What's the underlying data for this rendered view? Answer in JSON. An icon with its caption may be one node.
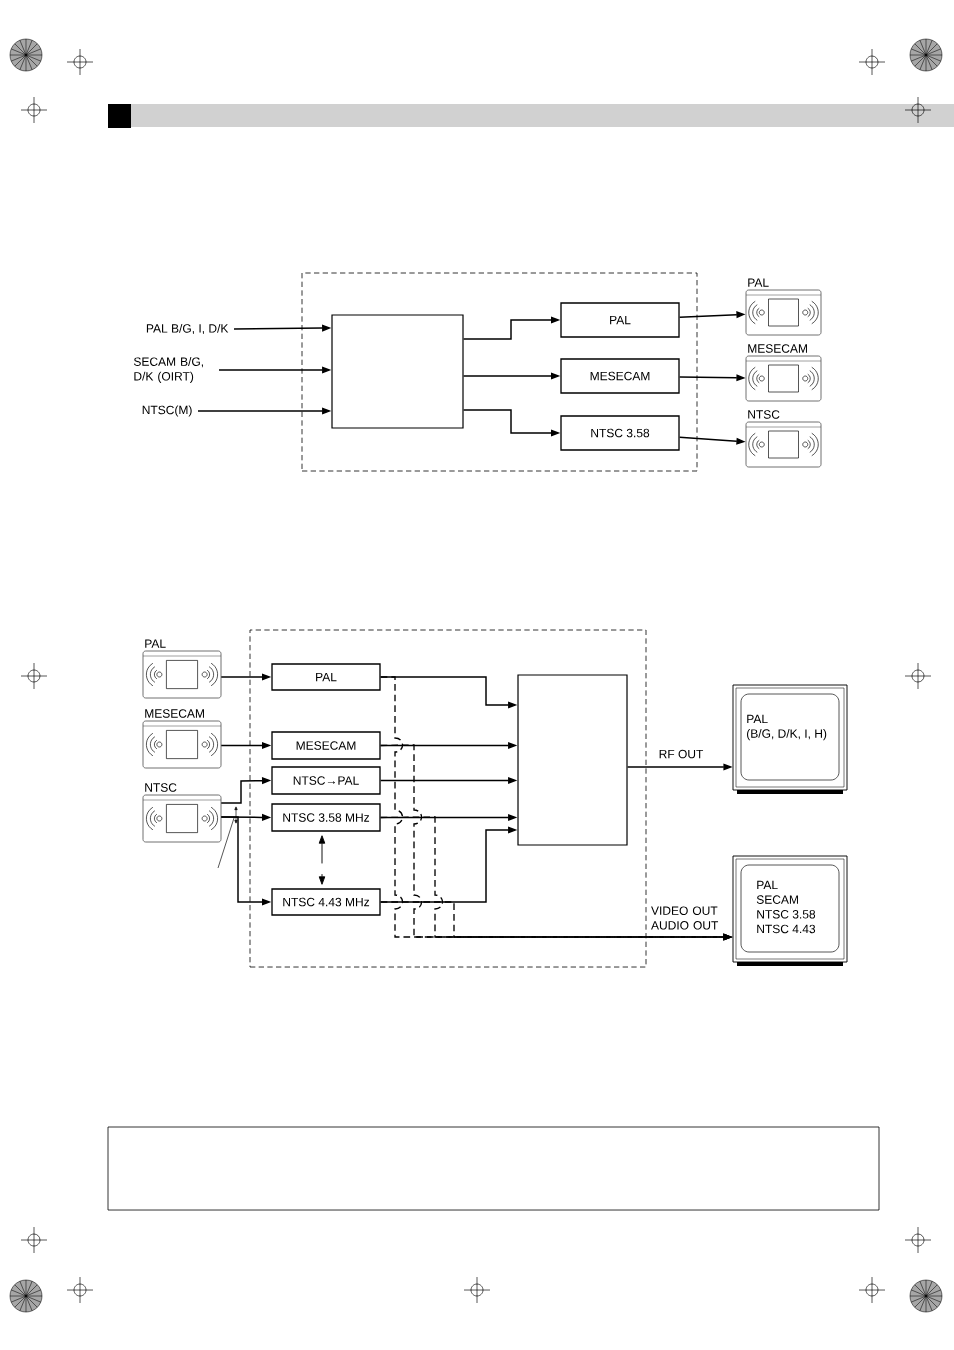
{
  "diagram": {
    "nodes": [
      {
        "text": [],
        "shape": "box"
      },
      {
        "text": [
          "PAL B/G, I, D/K"
        ]
      },
      {
        "text": [
          "SECAM B/G, D/K (OIRT)"
        ]
      },
      {
        "text": [
          "NTSC(M)"
        ]
      },
      {
        "text": [],
        "shape": "box",
        "in": 0
      },
      {
        "text": [
          "PAL"
        ],
        "in": 0
      },
      {
        "text": [
          "MESECAM"
        ],
        "in": 0
      },
      {
        "text": [
          "NTSC 3.58"
        ],
        "in": 0
      },
      {
        "text": [
          "PAL"
        ]
      },
      {
        "text": [
          "MESECAM"
        ]
      },
      {
        "text": [
          "NTSC"
        ]
      },
      {
        "text": [
          "PAL"
        ]
      },
      {
        "text": [
          "MESECAM"
        ]
      },
      {
        "text": [
          "NTSC"
        ]
      },
      {
        "text": [],
        "shape": "box"
      },
      {
        "text": [
          "PAL"
        ],
        "in": 14
      },
      {
        "text": [
          "MESECAM"
        ],
        "in": 14
      },
      {
        "text": [
          "NTSC→PAL"
        ],
        "in": 14
      },
      {
        "text": [
          "NTSC 3.58 MHz"
        ],
        "in": 14
      },
      {
        "text": [
          "NTSC 4.43 MHz"
        ],
        "in": 14
      },
      {
        "text": [],
        "shape": "box",
        "in": 14
      },
      {
        "text": [
          "PAL",
          "(B/G, D/K, I, H)"
        ]
      },
      {
        "text": [
          "PAL",
          "SECAM",
          "NTSC 3.58",
          "NTSC 4.43"
        ]
      },
      {
        "text": [],
        "shape": "box"
      }
    ],
    "edges": [
      {
        "from": 1,
        "to": 4,
        "arrow": "to"
      },
      {
        "from": 2,
        "to": 4,
        "arrow": "to"
      },
      {
        "from": 3,
        "to": 4,
        "arrow": "to"
      },
      {
        "from": 4,
        "to": 5,
        "arrow": "to"
      },
      {
        "from": 4,
        "to": 6,
        "arrow": "to"
      },
      {
        "from": 4,
        "to": 7,
        "arrow": "to"
      },
      {
        "from": 5,
        "to": 8,
        "arrow": "to"
      },
      {
        "from": 6,
        "to": 9,
        "arrow": "to"
      },
      {
        "from": 7,
        "to": 10,
        "arrow": "to"
      },
      {
        "from": 11,
        "to": 15,
        "arrow": "to"
      },
      {
        "from": 12,
        "to": 16,
        "arrow": "to"
      },
      {
        "from": 13,
        "to": 17,
        "arrow": "to"
      },
      {
        "from": 13,
        "to": 18,
        "arrow": "to"
      },
      {
        "from": 13,
        "to": 19,
        "arrow": "to"
      },
      {
        "from": 15,
        "to": 20,
        "arrow": "to"
      },
      {
        "from": 16,
        "to": 20,
        "arrow": "to"
      },
      {
        "from": 17,
        "to": 20,
        "arrow": "to"
      },
      {
        "from": 18,
        "to": 20,
        "arrow": "to"
      },
      {
        "from": 19,
        "to": 20,
        "arrow": "to"
      },
      {
        "from": 20,
        "to": 21,
        "arrow": "to",
        "label": "RF OUT"
      },
      {
        "from": 18,
        "to": 19,
        "arrow": "both",
        "style": "dashed"
      },
      {
        "from": 15,
        "to": 22,
        "arrow": "to",
        "style": "dashed",
        "label": "VIDEO OUT AUDIO OUT"
      },
      {
        "from": 16,
        "to": 22,
        "arrow": "to",
        "style": "dashed"
      },
      {
        "from": 18,
        "to": 22,
        "arrow": "to",
        "style": "dashed"
      },
      {
        "from": 19,
        "to": 22,
        "arrow": "to",
        "style": "dashed"
      }
    ]
  }
}
